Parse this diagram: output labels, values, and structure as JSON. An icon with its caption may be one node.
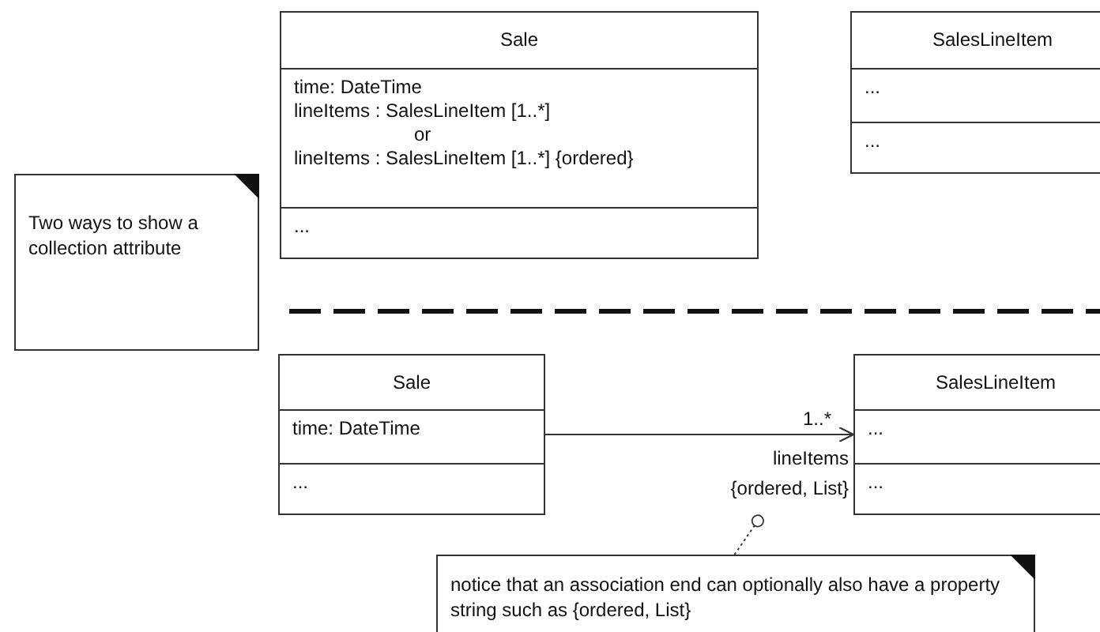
{
  "diagram": {
    "nodes": [
      {
        "text": [
          "Sale",
          "time: DateTime",
          "lineItems : SalesLineItem [1..*]",
          "or",
          "lineItems : SalesLineItem [1..*] {ordered}",
          "..."
        ]
      },
      {
        "text": [
          "SalesLineItem",
          "...",
          "..."
        ]
      },
      {
        "text": [
          "Two ways to show a collection attribute"
        ]
      },
      {
        "text": [
          "Sale",
          "time: DateTime",
          "..."
        ]
      },
      {
        "text": [
          "SalesLineItem",
          "...",
          "..."
        ]
      },
      {
        "text": [
          "notice that an association end can optionally also have a property string such as {ordered, List}"
        ]
      }
    ],
    "edges": [
      {
        "from": 3,
        "to": 4,
        "arrow": "to",
        "label": "lineItems {ordered, List}"
      },
      {
        "from": 5,
        "to": null,
        "arrow": "other",
        "style": "dashed"
      }
    ],
    "labels": [
      "1..*"
    ]
  }
}
